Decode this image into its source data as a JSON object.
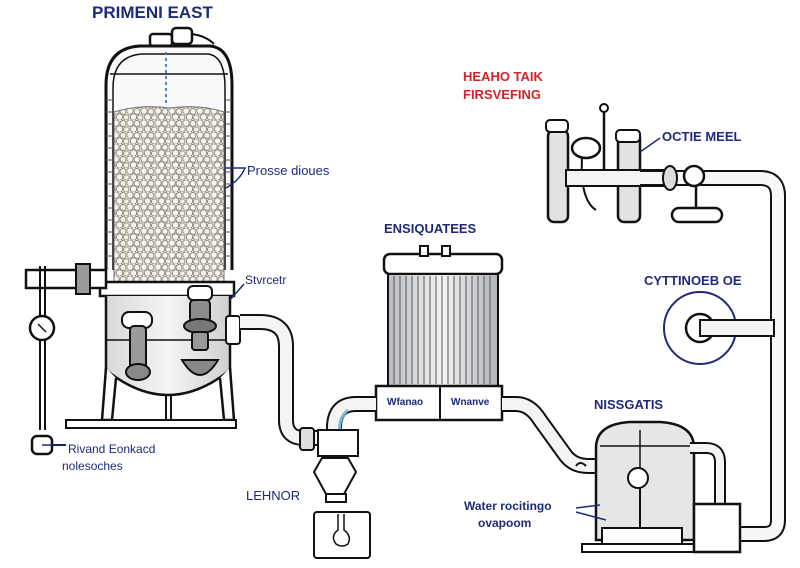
{
  "diagram": {
    "title": "PRIMENI EAST",
    "colors": {
      "label_blue": "#1f2a7a",
      "label_red": "#d2232a",
      "line": "#1a1a1a",
      "pipe_fill": "#f4f4f4",
      "shade": "#c8c8c8",
      "water_line": "#2a7fd6"
    },
    "labels": {
      "red_header_line1": "HEAHO TAIK",
      "red_header_line2": "FIRSVEFING",
      "ocite_meel": "OCTIE MEEL",
      "prosse_dioues": "Prosse dioues",
      "stvrcetr": "Stvrcetr",
      "ensiquatees": "ENSIQUATEES",
      "cyttinoeb_oe": "CYTTINOEB OE",
      "filter_left_tag": "Wfanao",
      "filter_right_tag": "Wnanve",
      "nissgatis": "NISSGATIS",
      "rivand_line1": "Rivand Eonkacd",
      "rivand_line2": "nolesoches",
      "lehnor": "LEHNOR",
      "water_line1": "Water rocitingo",
      "water_line2": "ovapoom"
    }
  }
}
